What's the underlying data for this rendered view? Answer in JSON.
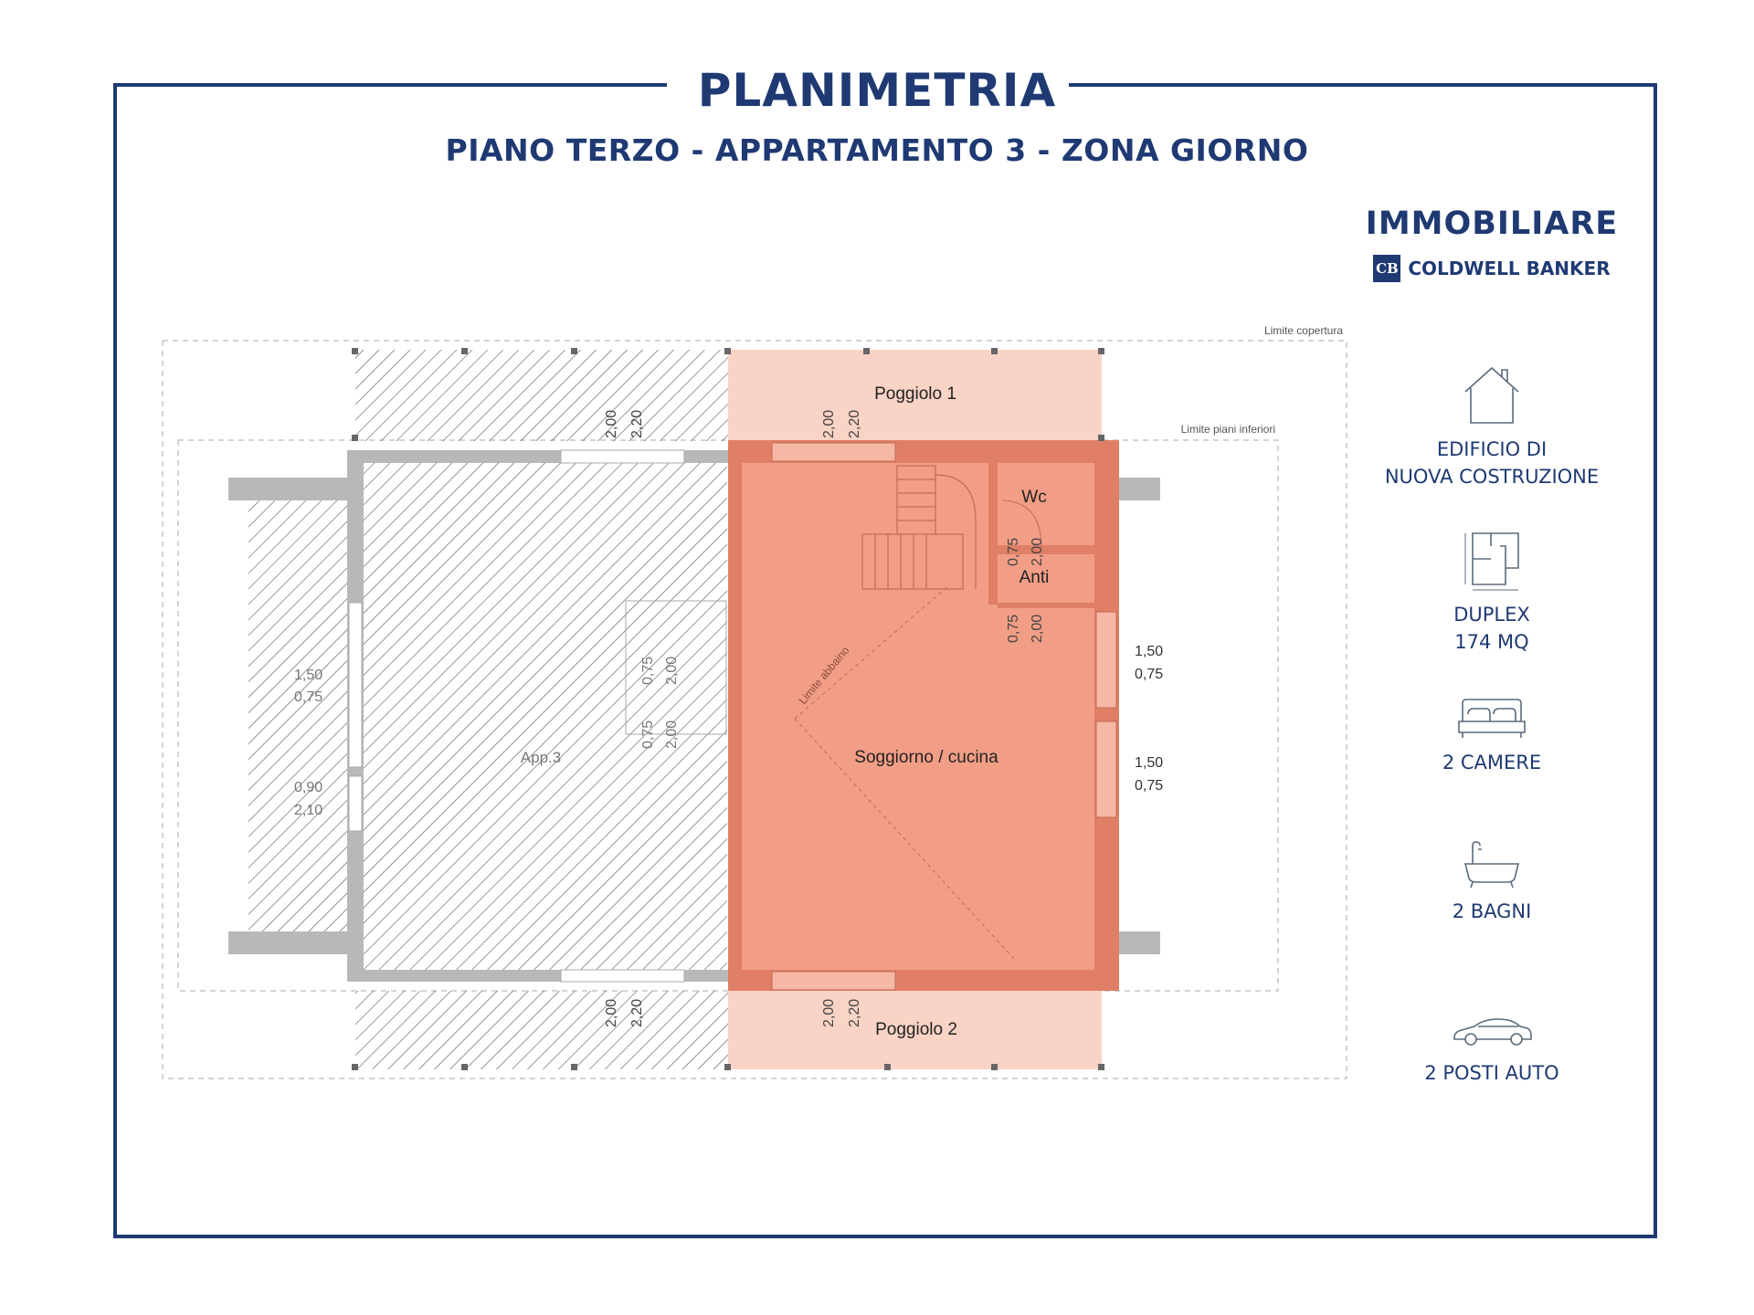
{
  "header": {
    "title": "PLANIMETRIA",
    "subtitle": "PIANO TERZO - APPARTAMENTO 3 - ZONA GIORNO"
  },
  "brand": {
    "name": "IMMOBILIARE",
    "logo_initials": "CB",
    "company": "COLDWELL BANKER"
  },
  "features": [
    {
      "icon": "house-icon",
      "line1": "EDIFICIO DI",
      "line2": "NUOVA COSTRUZIONE"
    },
    {
      "icon": "floorplan-icon",
      "line1": "DUPLEX",
      "line2": "174 MQ"
    },
    {
      "icon": "bed-icon",
      "line1": "2 CAMERE",
      "line2": ""
    },
    {
      "icon": "bathtub-icon",
      "line1": "2 BAGNI",
      "line2": ""
    },
    {
      "icon": "car-icon",
      "line1": "2 POSTI AUTO",
      "line2": ""
    }
  ],
  "plan": {
    "labels": {
      "limite_copertura": "Limite copertura",
      "limite_piani_inferiori": "Limite piani inferiori",
      "poggiolo_1": "Poggiolo 1",
      "poggiolo_2": "Poggiolo 2",
      "wc": "Wc",
      "anti": "Anti",
      "soggiorno": "Soggiorno / cucina",
      "app3": "App.3",
      "limite_abbaino": "Limite abbaino"
    },
    "dims": {
      "top_left_a": "2,00",
      "top_left_b": "2,20",
      "top_mid_a": "2,00",
      "top_mid_b": "2,20",
      "bottom_left_a": "2,00",
      "bottom_left_b": "2,20",
      "bottom_mid_a": "2,00",
      "bottom_mid_b": "2,20",
      "wc_a": "0,75",
      "wc_b": "2,00",
      "anti_a": "0,75",
      "anti_b": "2,00",
      "right_win1_a": "1,50",
      "right_win1_b": "0,75",
      "right_win2_a": "1,50",
      "right_win2_b": "0,75",
      "left_win_a": "1,50",
      "left_win_b": "0,75",
      "left_door_a": "0,90",
      "left_door_b": "2,10",
      "inner1_a": "0,75",
      "inner1_b": "2,00",
      "inner2_a": "0,75",
      "inner2_b": "2,00"
    }
  },
  "colors": {
    "navy": "#1f3a73",
    "highlight": "#f29e86",
    "balcony": "#f9d3c5",
    "wall_highlight": "#e07f66",
    "wall": "#b8b8b8"
  }
}
